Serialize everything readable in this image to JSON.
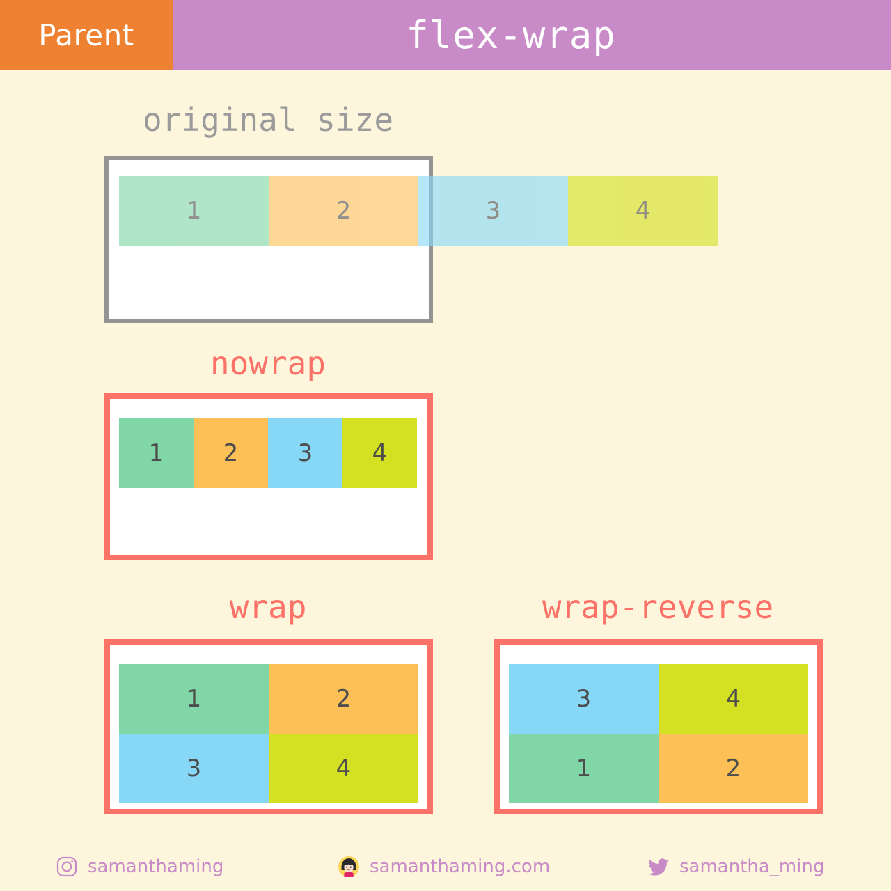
{
  "header": {
    "parent_label": "Parent",
    "title": "flex-wrap",
    "parent_bg": "#EE8132",
    "title_bg": "#C98BC8"
  },
  "theme": {
    "page_bg": "#FDF6DD",
    "coral": "#FB7268",
    "gray": "#949494",
    "label_gray": "#9B9B9B",
    "number_color": "#4D4D4D",
    "box_green": "#80D6A7",
    "box_orange": "#FCC057",
    "box_blue": "#87D8F7",
    "box_yellow": "#D4E122"
  },
  "sections": [
    {
      "id": "original-size",
      "label": "original size",
      "label_color": "#9B9B9B",
      "border_color": "#949494",
      "overflows": true,
      "items": [
        {
          "num": "1",
          "color": "#80D6A7"
        },
        {
          "num": "2",
          "color": "#FCC057"
        },
        {
          "num": "3",
          "color": "#87D8F7"
        },
        {
          "num": "4",
          "color": "#D4E122"
        }
      ]
    },
    {
      "id": "nowrap",
      "label": "nowrap",
      "label_color": "#FB7268",
      "border_color": "#FB7268",
      "overflows": false,
      "items": [
        {
          "num": "1",
          "color": "#80D6A7"
        },
        {
          "num": "2",
          "color": "#FCC057"
        },
        {
          "num": "3",
          "color": "#87D8F7"
        },
        {
          "num": "4",
          "color": "#D4E122"
        }
      ]
    },
    {
      "id": "wrap",
      "label": "wrap",
      "label_color": "#FB7268",
      "border_color": "#FB7268",
      "overflows": false,
      "items": [
        {
          "num": "1",
          "color": "#80D6A7"
        },
        {
          "num": "2",
          "color": "#FCC057"
        },
        {
          "num": "3",
          "color": "#87D8F7"
        },
        {
          "num": "4",
          "color": "#D4E122"
        }
      ]
    },
    {
      "id": "wrap-reverse",
      "label": "wrap-reverse",
      "label_color": "#FB7268",
      "border_color": "#FB7268",
      "overflows": false,
      "items": [
        {
          "num": "3",
          "color": "#87D8F7"
        },
        {
          "num": "4",
          "color": "#D4E122"
        },
        {
          "num": "1",
          "color": "#80D6A7"
        },
        {
          "num": "2",
          "color": "#FCC057"
        }
      ]
    }
  ],
  "footer": {
    "items": [
      {
        "icon": "instagram-icon",
        "text": "samanthaming"
      },
      {
        "icon": "avatar-icon",
        "text": "samanthaming.com"
      },
      {
        "icon": "twitter-icon",
        "text": "samantha_ming"
      }
    ],
    "color": "#C98BC8"
  }
}
